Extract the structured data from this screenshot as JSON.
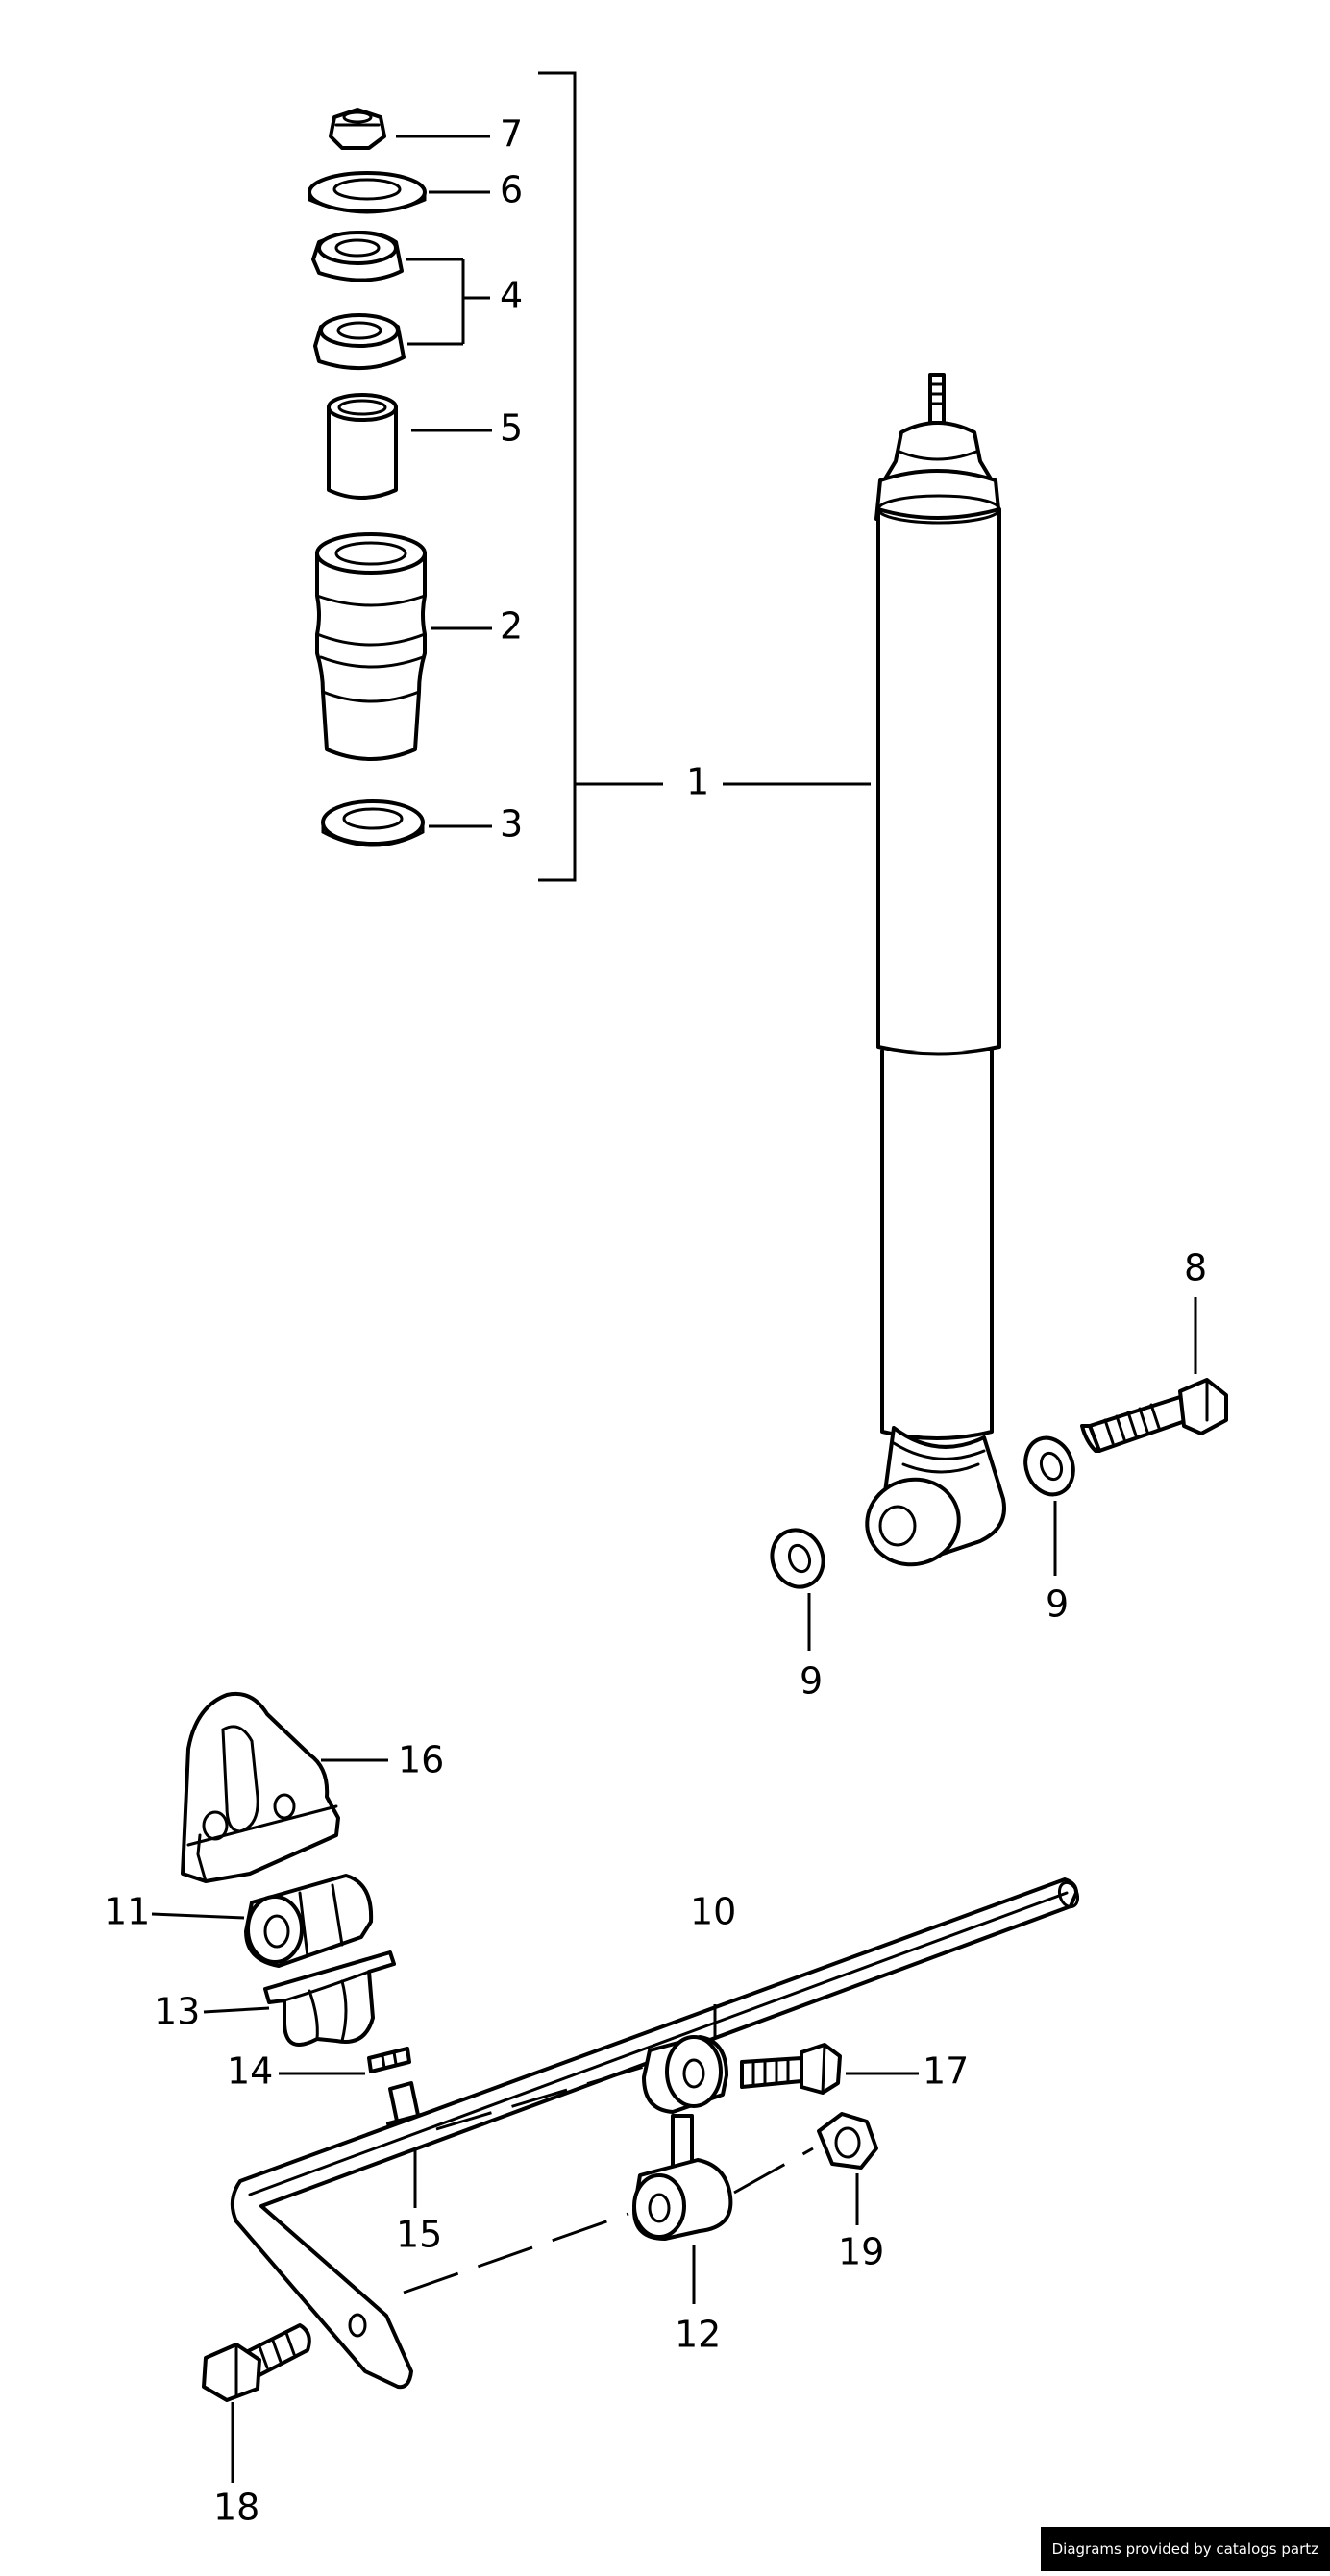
{
  "callouts": {
    "c1": "1",
    "c2": "2",
    "c3": "3",
    "c4": "4",
    "c5": "5",
    "c6": "6",
    "c7": "7",
    "c8": "8",
    "c9a": "9",
    "c9b": "9",
    "c10": "10",
    "c11": "11",
    "c12": "12",
    "c13": "13",
    "c14": "14",
    "c15": "15",
    "c16": "16",
    "c17": "17",
    "c18": "18",
    "c19": "19"
  },
  "credit": "Diagrams provided by catalogs partz"
}
